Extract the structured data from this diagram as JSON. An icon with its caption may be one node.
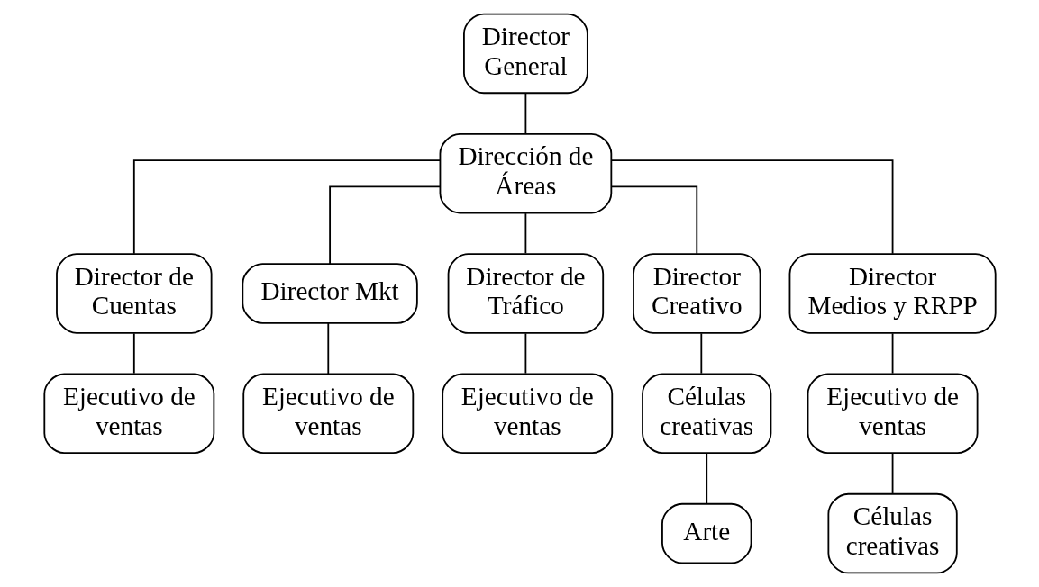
{
  "diagram": {
    "nodes": [
      {
        "text": [
          "Director General"
        ]
      },
      {
        "text": [
          "Dirección de Áreas"
        ]
      },
      {
        "text": [
          "Director de Cuentas"
        ]
      },
      {
        "text": [
          "Director Mkt"
        ]
      },
      {
        "text": [
          "Director de Tráfico"
        ]
      },
      {
        "text": [
          "Director Creativo"
        ]
      },
      {
        "text": [
          "Director Medios y RRPP"
        ]
      },
      {
        "text": [
          "Ejecutivo de ventas"
        ]
      },
      {
        "text": [
          "Ejecutivo de ventas"
        ]
      },
      {
        "text": [
          "Ejecutivo de ventas"
        ]
      },
      {
        "text": [
          "Células creativas"
        ]
      },
      {
        "text": [
          "Ejecutivo de ventas"
        ]
      },
      {
        "text": [
          "Arte"
        ]
      },
      {
        "text": [
          "Células creativas"
        ]
      }
    ],
    "edges": [
      {
        "from": 0,
        "to": 1,
        "arrow": "none"
      },
      {
        "from": 1,
        "to": 2,
        "arrow": "none"
      },
      {
        "from": 1,
        "to": 3,
        "arrow": "none"
      },
      {
        "from": 1,
        "to": 4,
        "arrow": "none"
      },
      {
        "from": 1,
        "to": 5,
        "arrow": "none"
      },
      {
        "from": 1,
        "to": 6,
        "arrow": "none"
      },
      {
        "from": 2,
        "to": 7,
        "arrow": "none"
      },
      {
        "from": 3,
        "to": 8,
        "arrow": "none"
      },
      {
        "from": 4,
        "to": 9,
        "arrow": "none"
      },
      {
        "from": 5,
        "to": 10,
        "arrow": "none"
      },
      {
        "from": 6,
        "to": 11,
        "arrow": "none"
      },
      {
        "from": 10,
        "to": 12,
        "arrow": "none"
      },
      {
        "from": 11,
        "to": 13,
        "arrow": "none"
      }
    ]
  }
}
